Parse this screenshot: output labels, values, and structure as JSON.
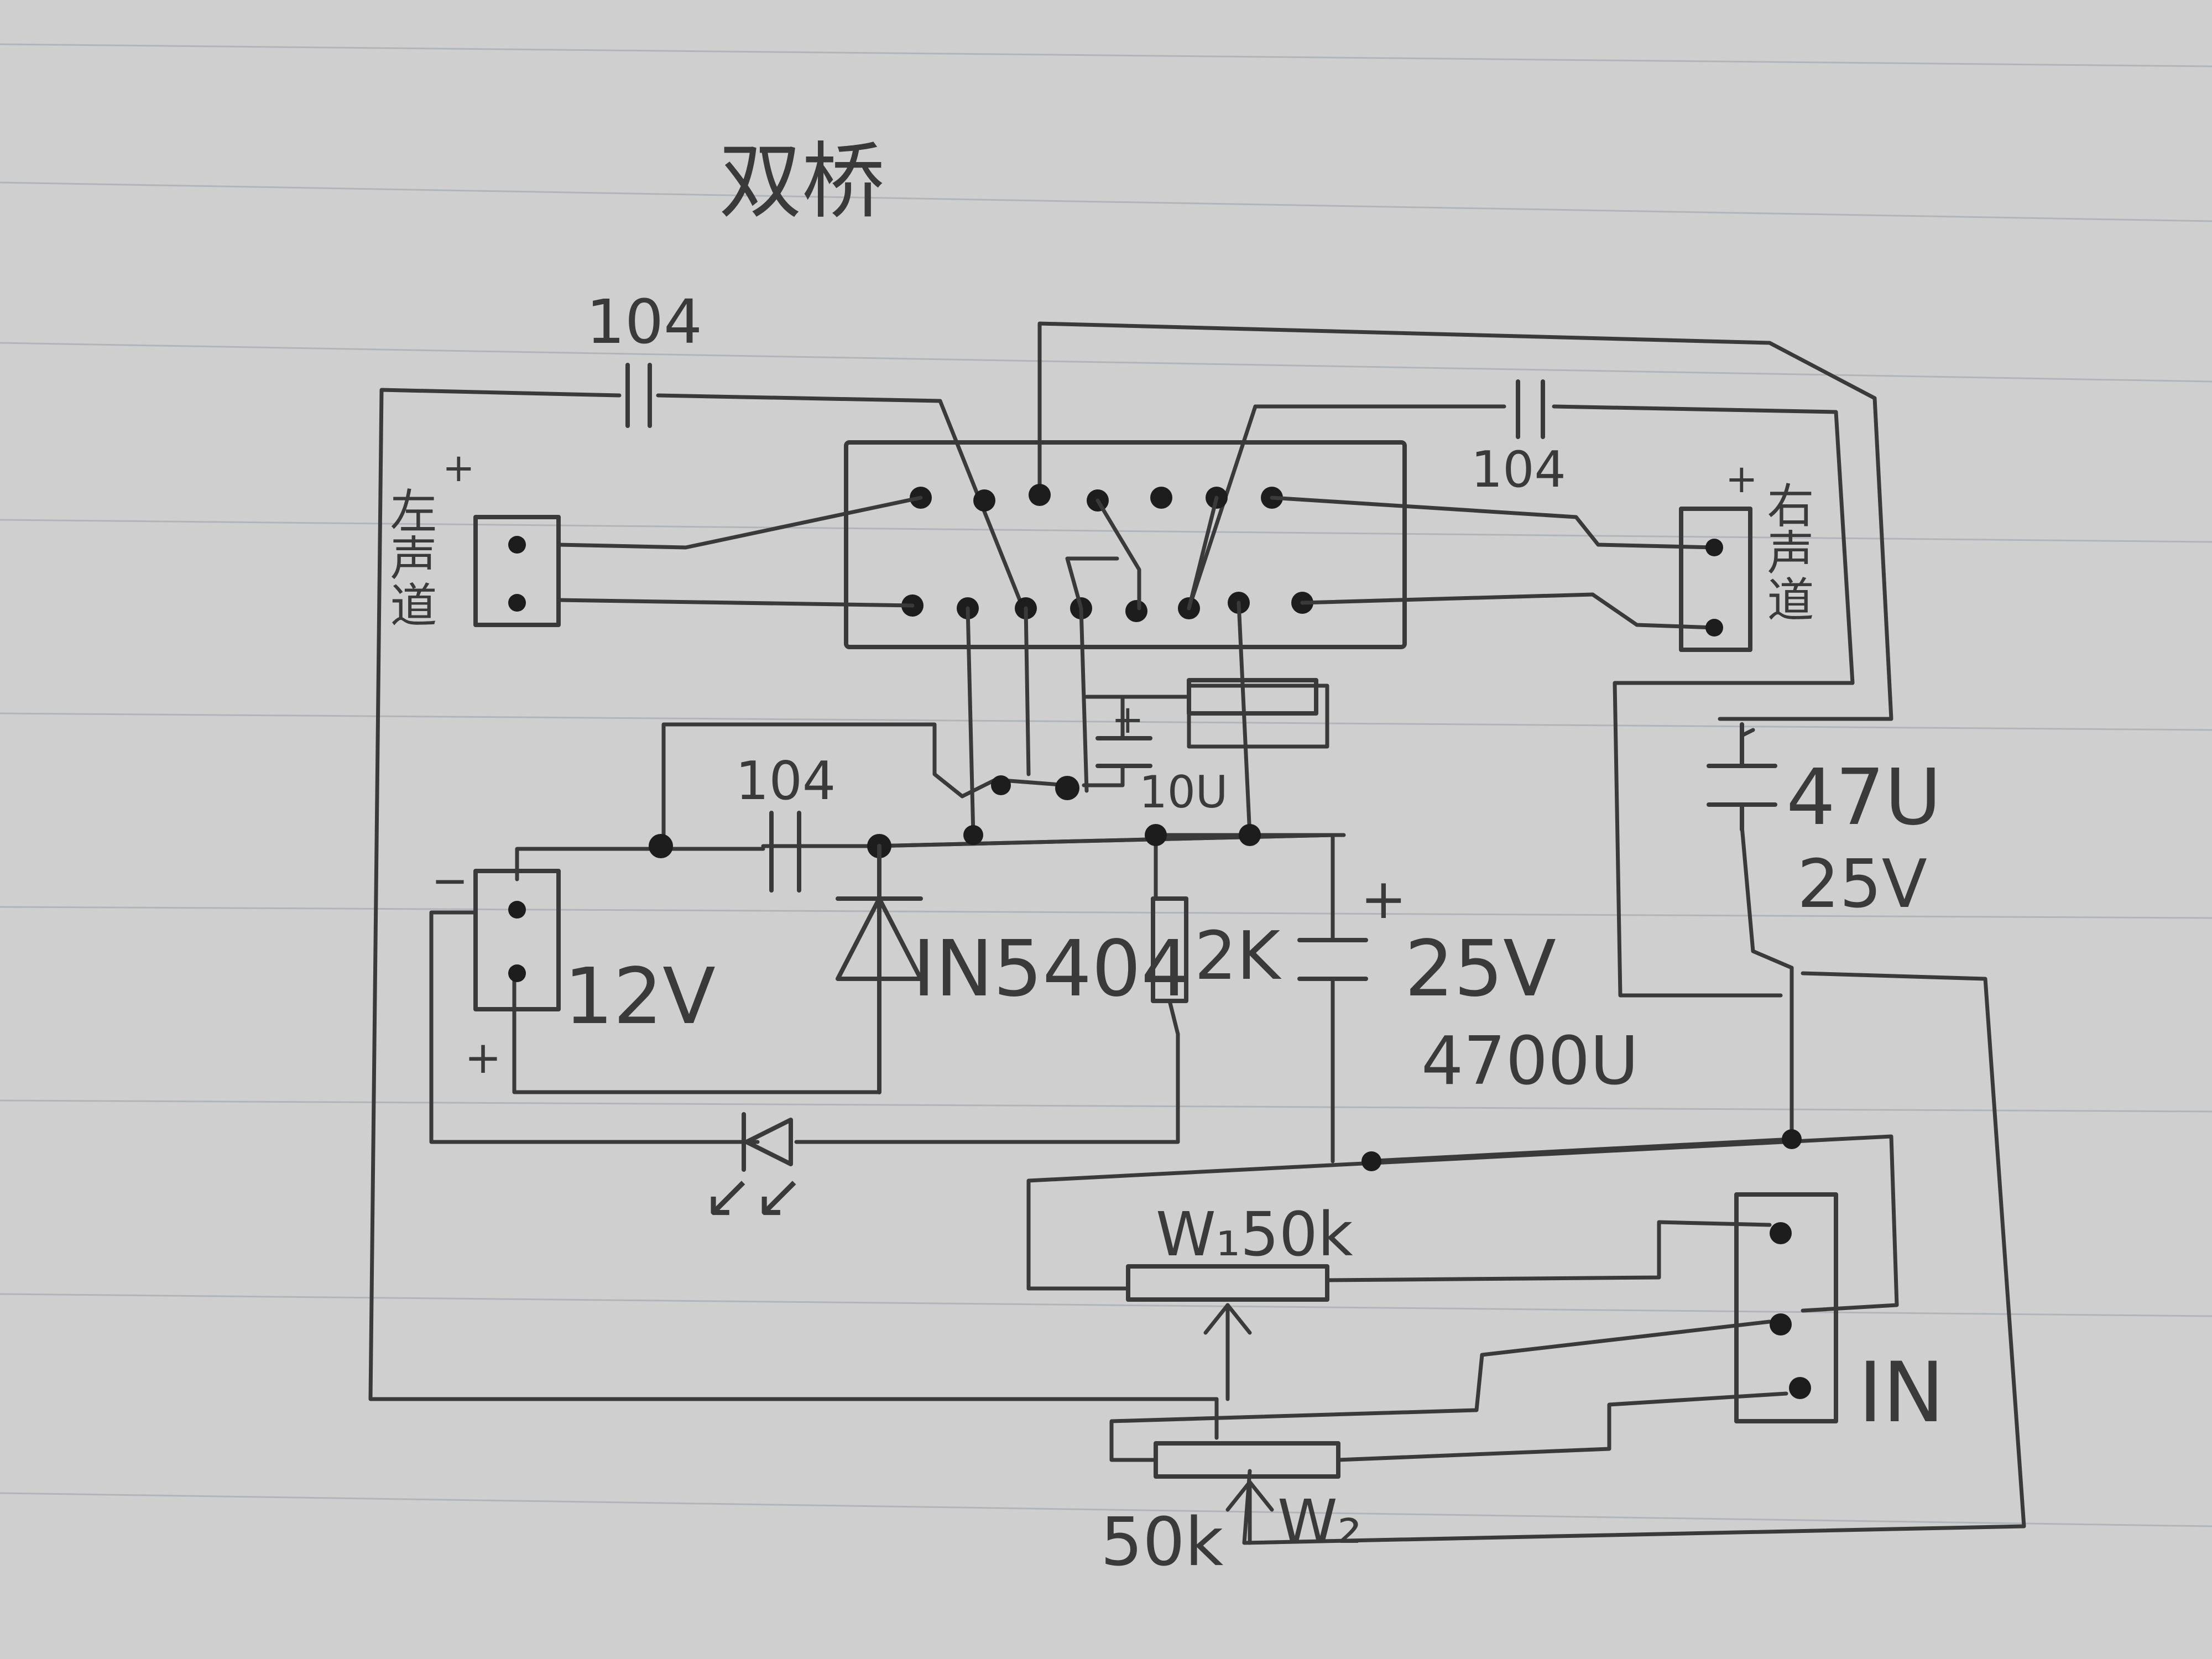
{
  "title": "双桥",
  "labels": {
    "cap_top_left": "104",
    "cap_top_right": "104",
    "cap_mid": "104",
    "cap_small": "10U",
    "cap_47u_value": "47U",
    "cap_47u_voltage": "25V",
    "cap_4700u_voltage": "25V",
    "cap_4700u_value": "4700U",
    "diode": "IN5404",
    "resistor": "2K",
    "power_in": "12V",
    "pot_w1": "W₁50k",
    "pot_w2": "W₂",
    "pot_w2_value": "50k",
    "input": "IN",
    "left_channel": "左声道",
    "right_channel": "右声道",
    "plus": "+",
    "minus": "−",
    "led_arrows": "↙↙"
  },
  "colors": {
    "paper": "#cfcfcf",
    "ink": "#3a3a3a",
    "ruled_line": "#9aa0aa"
  }
}
